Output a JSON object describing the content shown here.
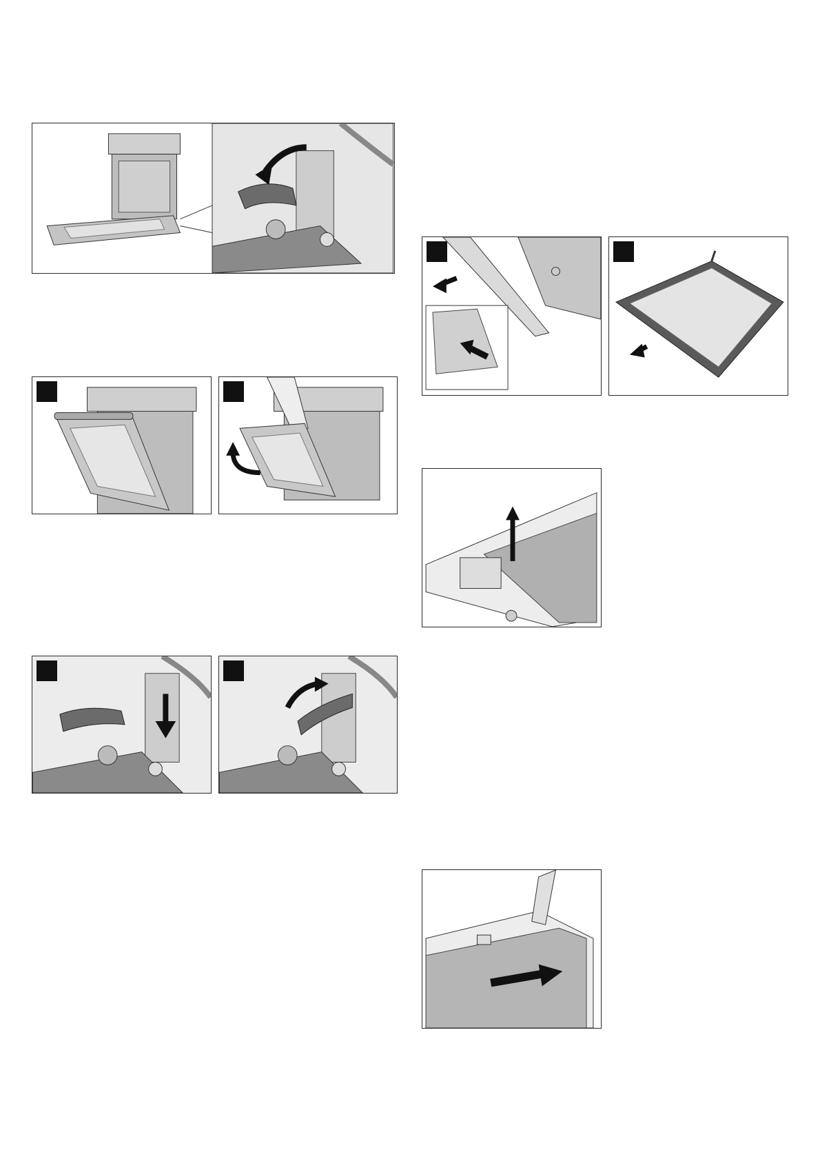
{
  "figures": [
    {
      "id": "fig-door-hinge-overview",
      "step_badge": false
    },
    {
      "id": "fig-door-tilt-step1",
      "step_badge": true
    },
    {
      "id": "fig-door-remove-step2",
      "step_badge": true
    },
    {
      "id": "fig-hinge-lock-step1",
      "step_badge": true
    },
    {
      "id": "fig-hinge-close-step2",
      "step_badge": true
    },
    {
      "id": "fig-door-cover-step1",
      "step_badge": true
    },
    {
      "id": "fig-glass-pane-step2",
      "step_badge": true
    },
    {
      "id": "fig-glass-clip-lift",
      "step_badge": false
    },
    {
      "id": "fig-glass-pane-insert",
      "step_badge": false
    }
  ],
  "colors": {
    "panel_bg": "#ececec",
    "line": "#2a2a2a",
    "shade": "#b8b8b8",
    "dark": "#5a5a5a",
    "arrow": "#111111"
  }
}
